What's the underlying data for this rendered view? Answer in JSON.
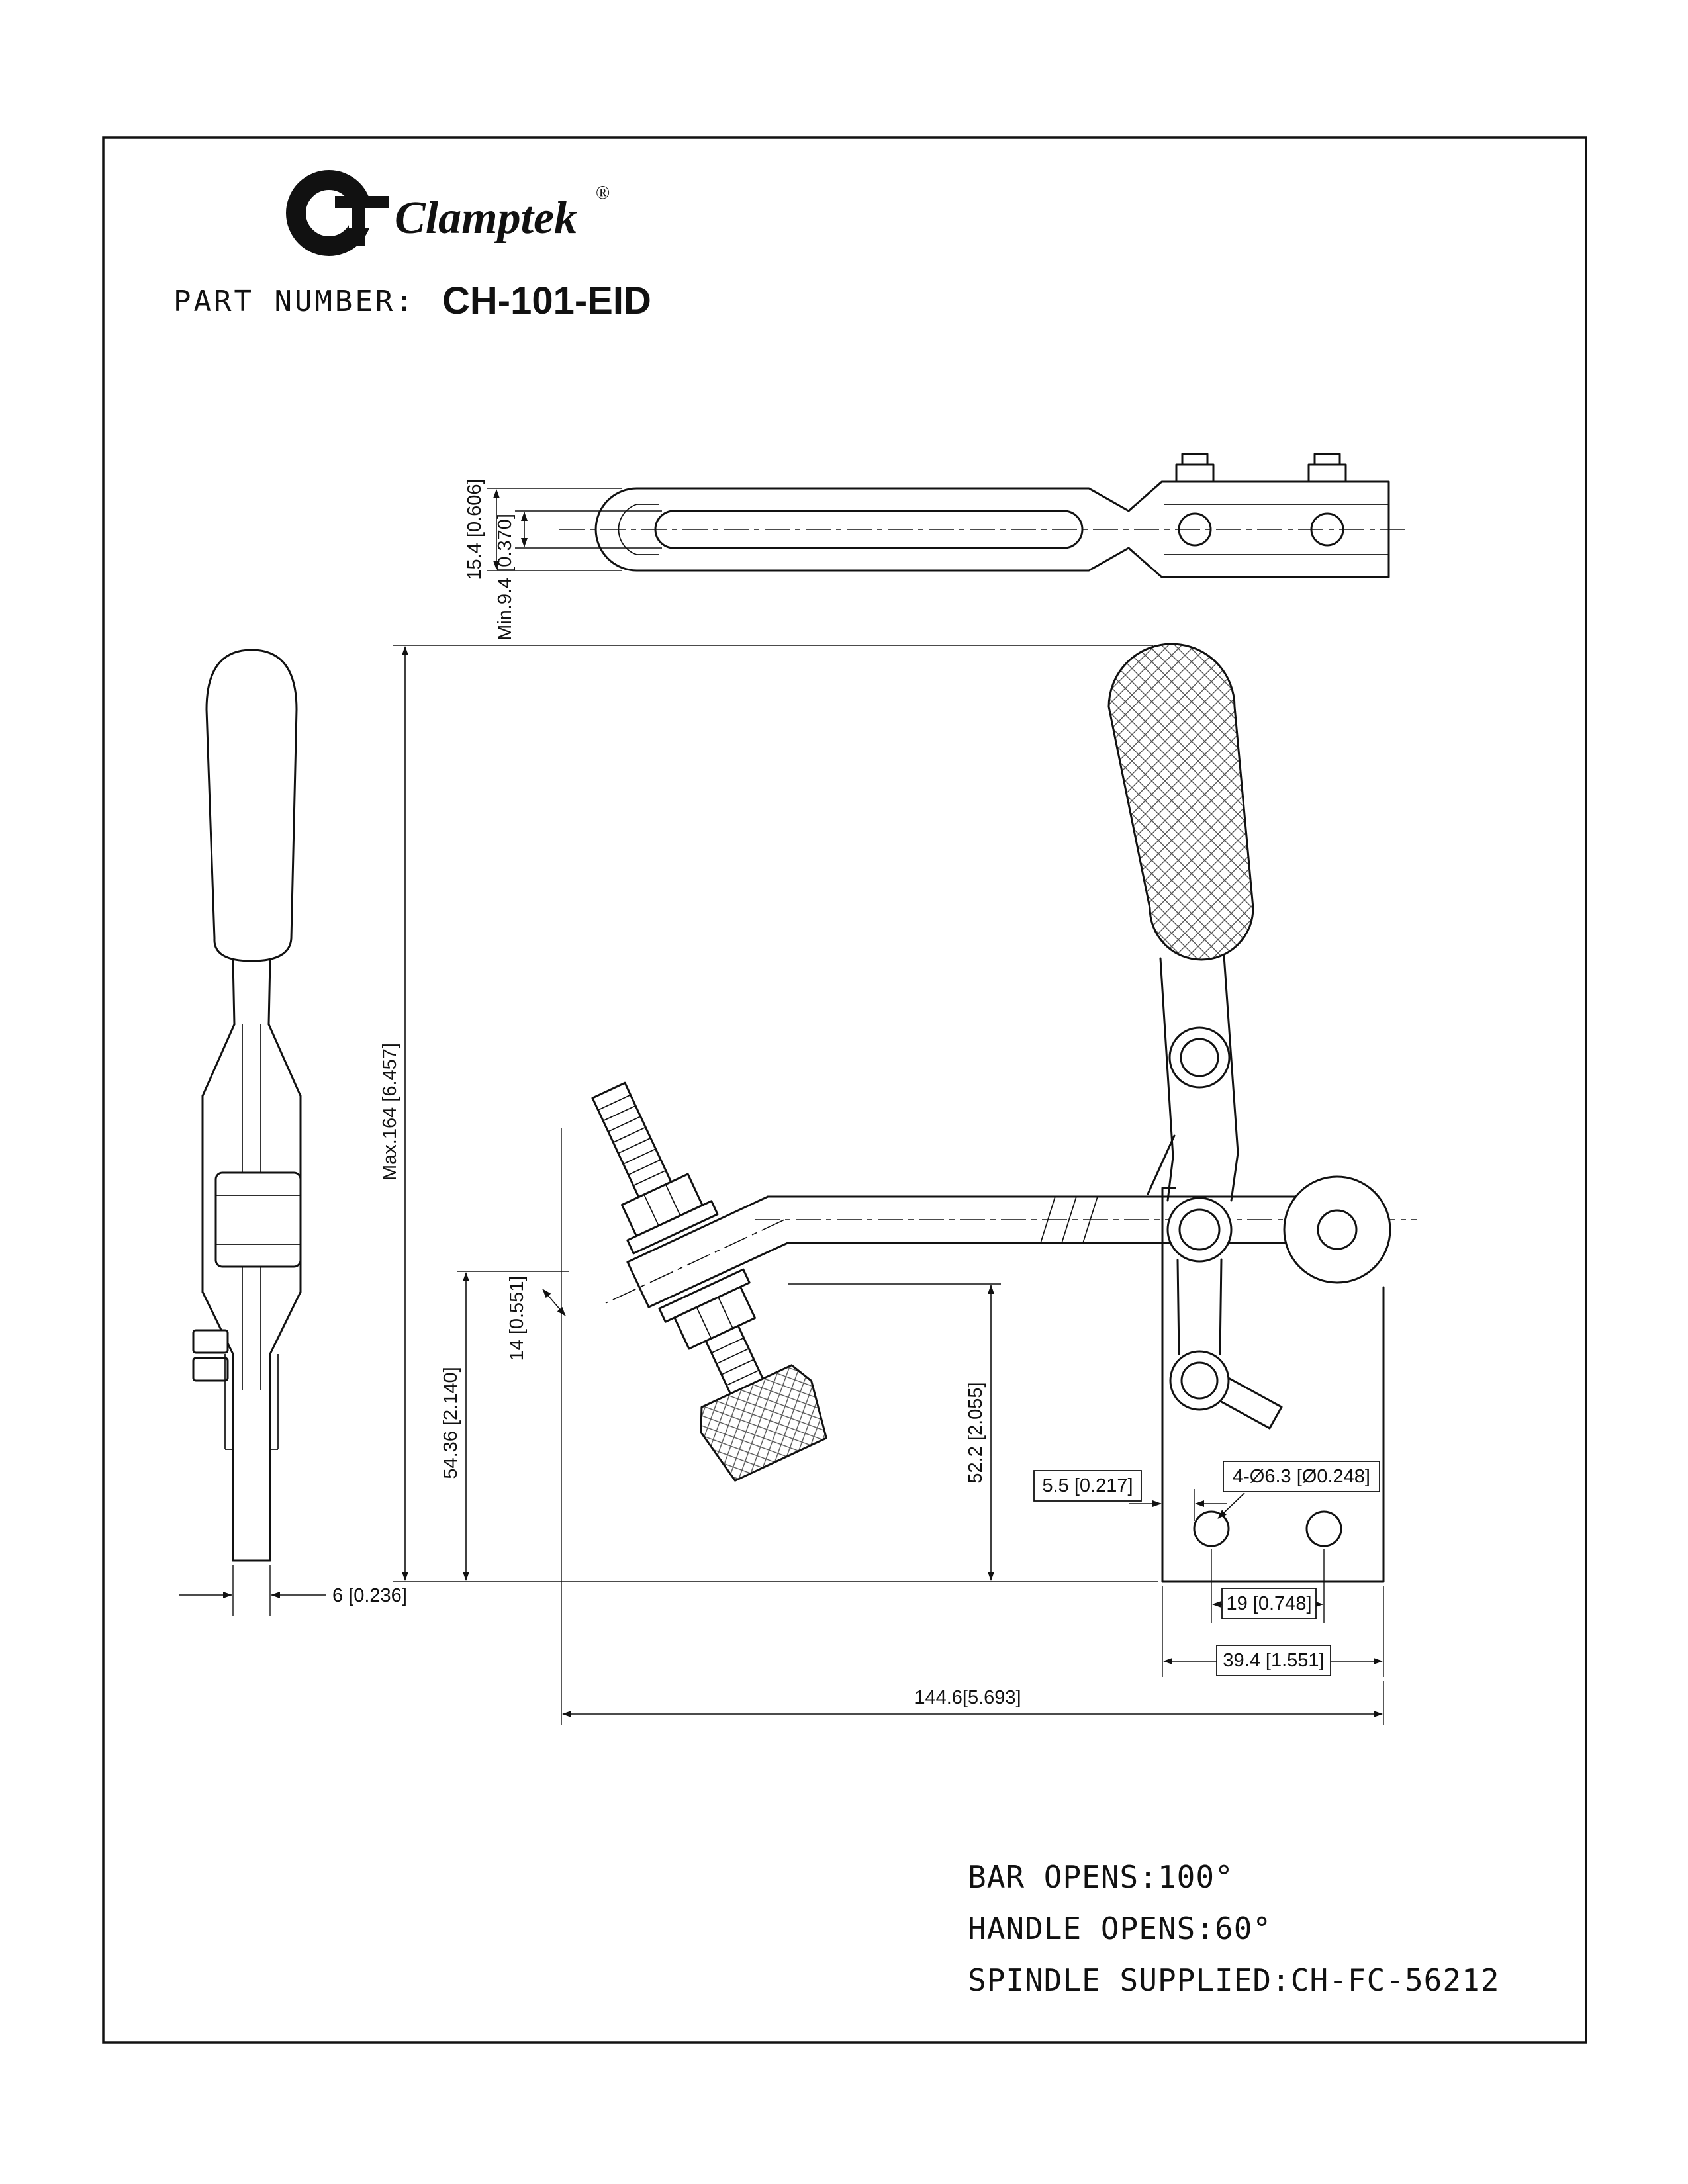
{
  "brand": {
    "name": "Clamptek",
    "registered": "®"
  },
  "header": {
    "part_number_label": "PART NUMBER:",
    "part_number": "CH-101-EID"
  },
  "notes": {
    "lines": [
      "BAR OPENS:100°",
      "HANDLE OPENS:60°",
      "SPINDLE SUPPLIED:CH-FC-56212"
    ]
  },
  "dimensions": {
    "top_view": {
      "overall_height": "15.4 [0.606]",
      "slot_min": "Min.9.4 [0.370]"
    },
    "side_view": {
      "bar_thickness": "6 [0.236]"
    },
    "front_view": {
      "max_height": "Max.164 [6.457]",
      "bar_center_height": "54.36 [2.140]",
      "bar_width": "14 [0.551]",
      "base_height": "52.2 [2.055]",
      "hole_edge_offset": "5.5 [0.217]",
      "mounting_holes": "4-Ø6.3 [Ø0.248]",
      "hole_spacing": "19 [0.748]",
      "base_width": "39.4 [1.551]",
      "overall_length": "144.6[5.693]"
    }
  }
}
